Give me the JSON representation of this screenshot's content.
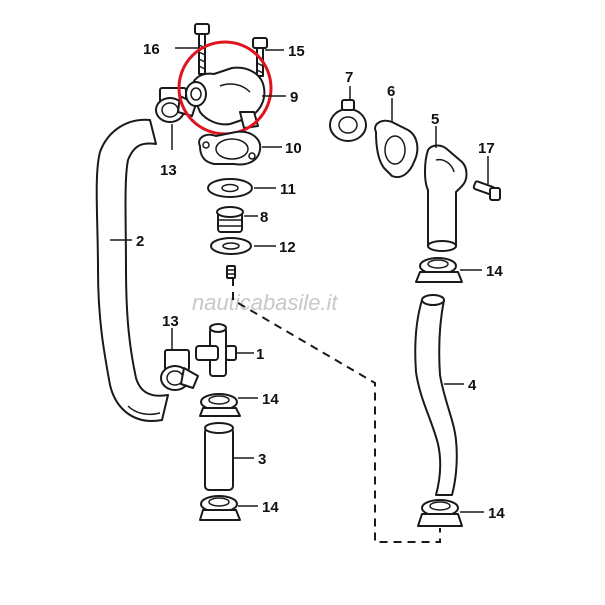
{
  "watermark": "nauticabasile.it",
  "labels": {
    "p1": "1",
    "p2": "2",
    "p3": "3",
    "p4": "4",
    "p5": "5",
    "p6": "6",
    "p7": "7",
    "p8": "8",
    "p9": "9",
    "p10": "10",
    "p11": "11",
    "p12": "12",
    "p13a": "13",
    "p13b": "13",
    "p14a": "14",
    "p14b": "14",
    "p14c": "14",
    "p14d": "14",
    "p15": "15",
    "p16": "16",
    "p17": "17"
  },
  "colors": {
    "highlight_circle": "#e0141e",
    "line": "#1a1a1a",
    "watermark": "#c8c8c8"
  }
}
